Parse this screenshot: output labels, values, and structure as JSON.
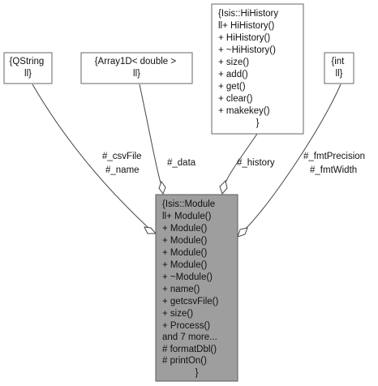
{
  "nodes": {
    "qstring": [
      "{QString",
      "ll}"
    ],
    "array1d": [
      "{Array1D< double >",
      "ll}"
    ],
    "hihistory": [
      "{Isis::HiHistory",
      "ll+ HiHistory()",
      "+ HiHistory()",
      "+ ~HiHistory()",
      "+ size()",
      "+ add()",
      "+ get()",
      "+ clear()",
      "+ makekey()",
      "}"
    ],
    "int": [
      "{int",
      "ll}"
    ],
    "module": [
      "{Isis::Module",
      "ll+ Module()",
      "+ Module()",
      "+ Module()",
      "+ Module()",
      "+ Module()",
      "+ ~Module()",
      "+ name()",
      "+ getcsvFile()",
      "+ size()",
      "+ Process()",
      "and 7 more...",
      "# formatDbl()",
      "# printOn()",
      "}"
    ]
  },
  "edges": {
    "qstring": [
      "#_csvFile",
      "#_name"
    ],
    "array1d": [
      "#_data"
    ],
    "hihistory": [
      "#_history"
    ],
    "int": [
      "#_fmtPrecision",
      "#_fmtWidth"
    ]
  }
}
